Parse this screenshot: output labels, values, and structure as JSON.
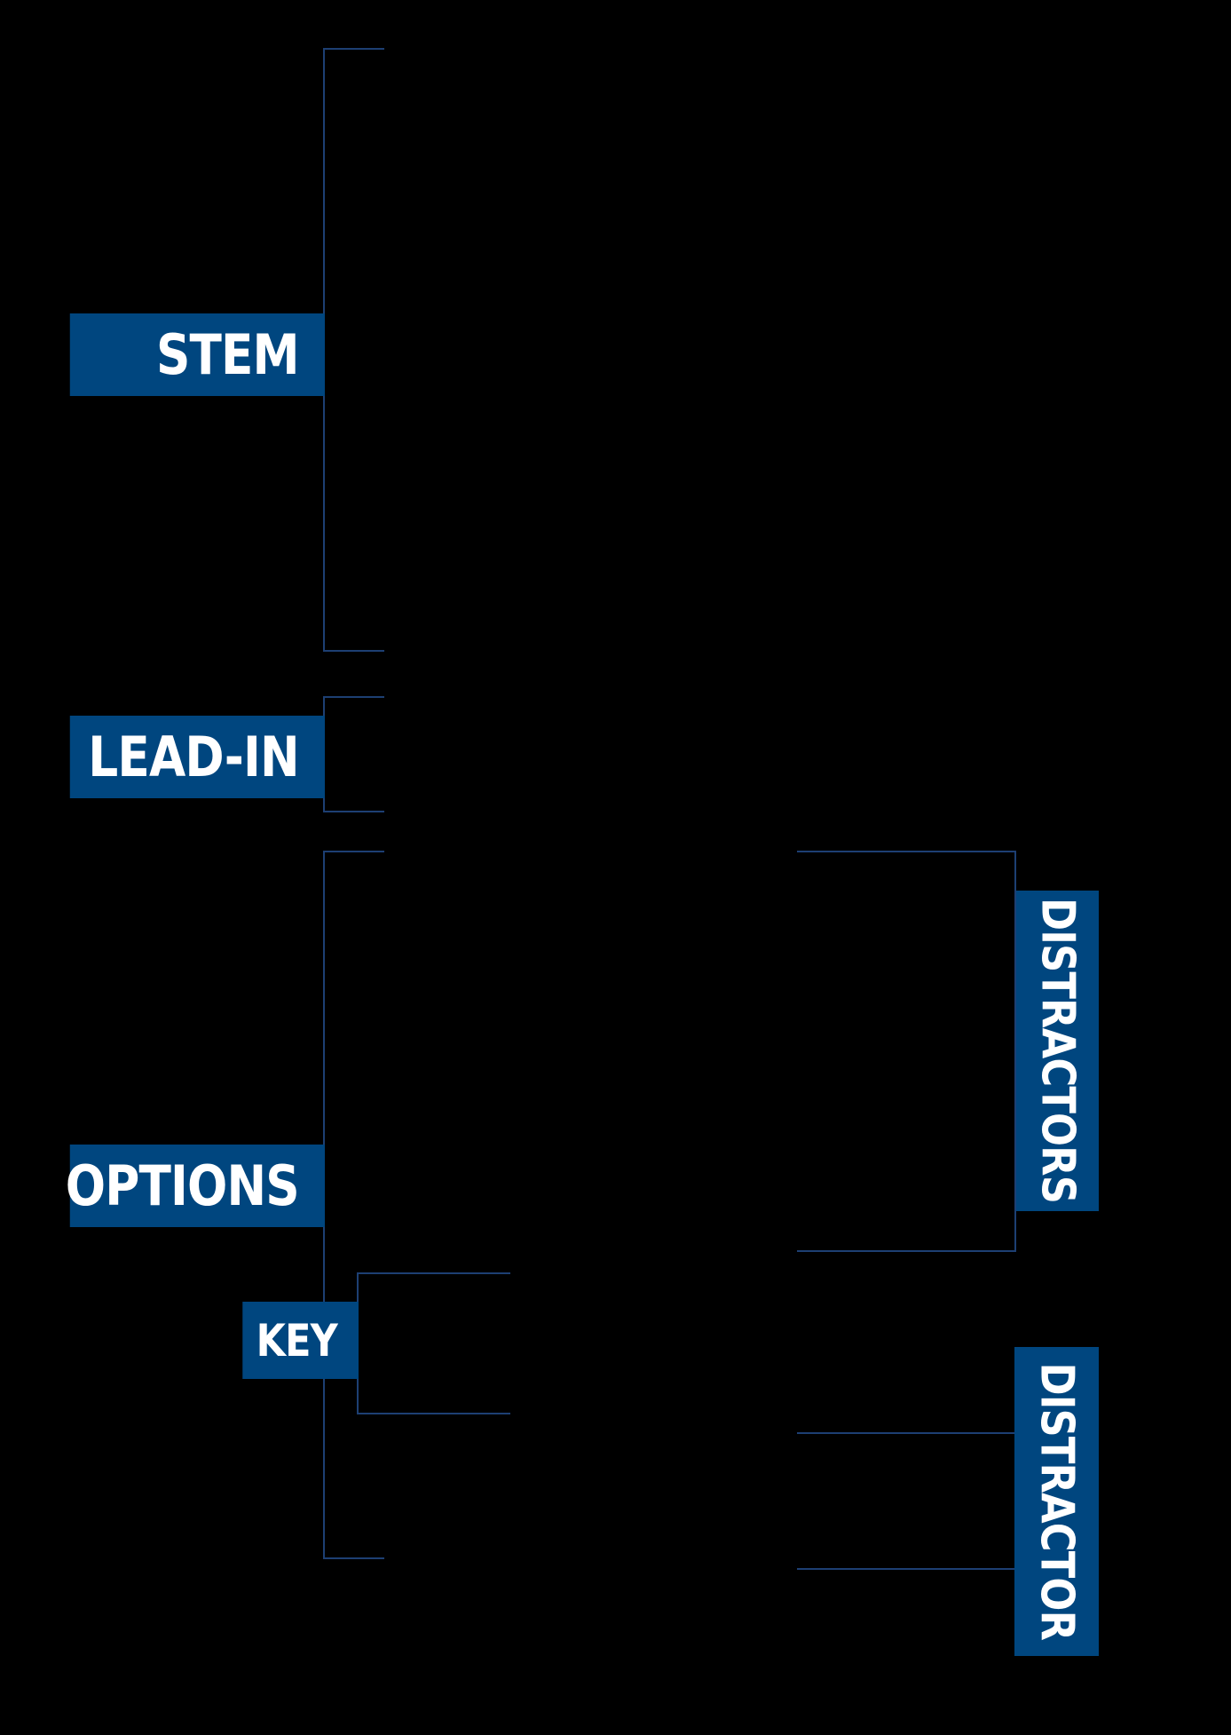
{
  "colors": {
    "background": "#000000",
    "label_fill": "#00467f",
    "label_text": "#ffffff",
    "bracket_line": "#1d3f73"
  },
  "labels": {
    "stem": "STEM",
    "lead_in": "LEAD-IN",
    "options": "OPTIONS",
    "key": "KEY",
    "distractors": "DISTRACTORS",
    "distractor": "DISTRACTOR"
  }
}
